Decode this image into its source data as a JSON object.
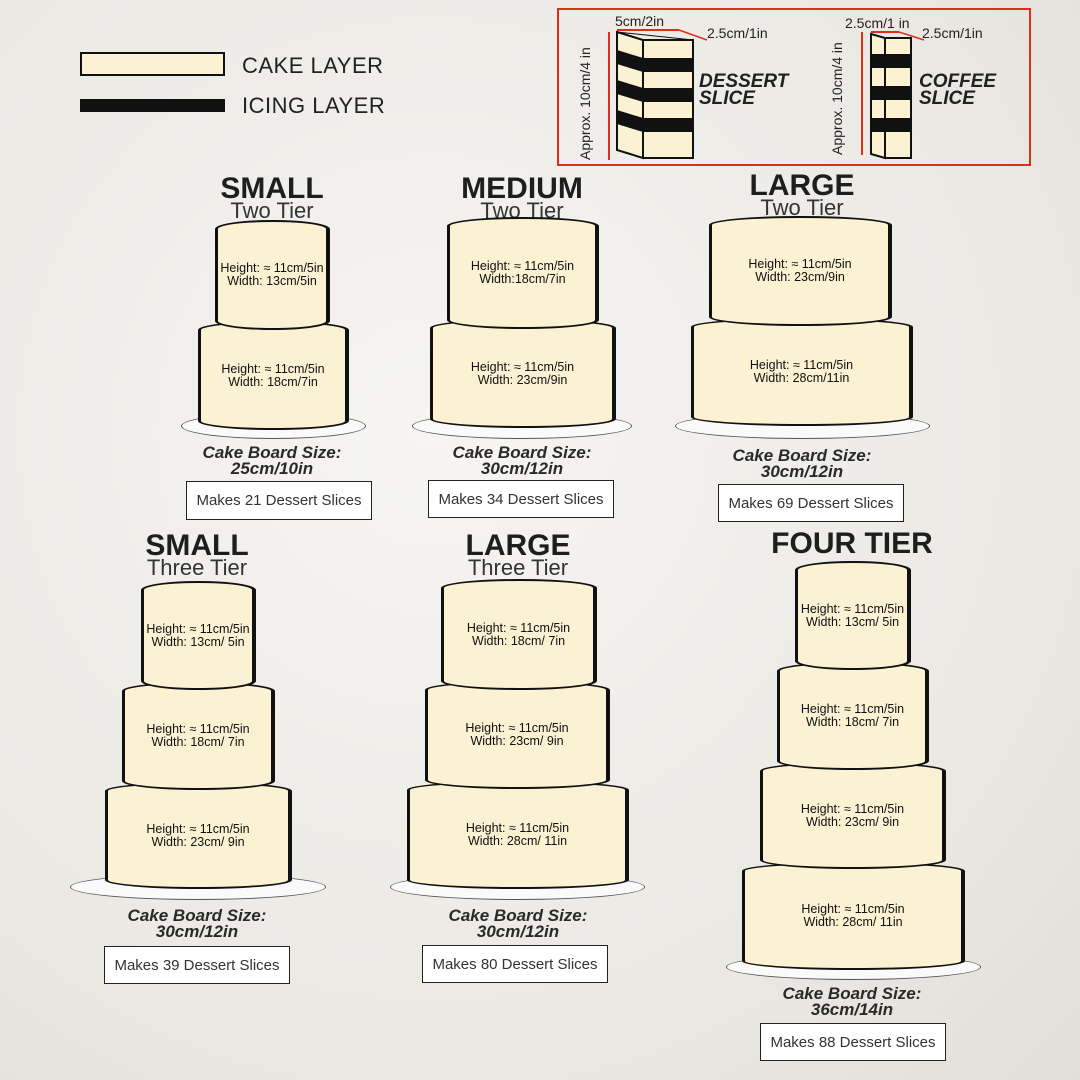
{
  "legend": {
    "cake_layer": "CAKE LAYER",
    "icing_layer": "ICING LAYER",
    "cake_color": "#fbf1d3",
    "icing_color": "#111111"
  },
  "slice_guide": {
    "dessert": {
      "height": "Approx. 10cm/4 in",
      "width": "5cm/2in",
      "depth": "2.5cm/1in",
      "label1": "DESSERT",
      "label2": "SLICE"
    },
    "coffee": {
      "height": "Approx. 10cm/4 in",
      "width": "2.5cm/1 in",
      "depth": "2.5cm/1in",
      "label1": "COFFEE",
      "label2": "SLICE"
    },
    "border_color": "#d9301e"
  },
  "cakes": [
    {
      "title": "SMALL",
      "subtitle": "Two Tier",
      "tiers": [
        [
          "Height: ≈ 11cm/5in",
          "Width: 13cm/5in"
        ],
        [
          "Height: ≈ 11cm/5in",
          "Width: 18cm/7in"
        ]
      ],
      "board1": "Cake Board Size:",
      "board2": "25cm/10in",
      "slices": "Makes 21 Dessert Slices"
    },
    {
      "title": "MEDIUM",
      "subtitle": "Two Tier",
      "tiers": [
        [
          "Height: ≈ 11cm/5in",
          "Width:18cm/7in"
        ],
        [
          "Height: ≈ 11cm/5in",
          "Width: 23cm/9in"
        ]
      ],
      "board1": "Cake Board Size:",
      "board2": "30cm/12in",
      "slices": "Makes 34 Dessert Slices"
    },
    {
      "title": "LARGE",
      "subtitle": "Two Tier",
      "tiers": [
        [
          "Height: ≈ 11cm/5in",
          "Width: 23cm/9in"
        ],
        [
          "Height: ≈ 11cm/5in",
          "Width: 28cm/11in"
        ]
      ],
      "board1": "Cake Board Size:",
      "board2": "30cm/12in",
      "slices": "Makes 69 Dessert Slices"
    },
    {
      "title": "SMALL",
      "subtitle": "Three Tier",
      "tiers": [
        [
          "Height: ≈ 11cm/5in",
          "Width: 13cm/ 5in"
        ],
        [
          "Height: ≈ 11cm/5in",
          "Width: 18cm/ 7in"
        ],
        [
          "Height: ≈ 11cm/5in",
          "Width: 23cm/ 9in"
        ]
      ],
      "board1": "Cake Board Size:",
      "board2": "30cm/12in",
      "slices": "Makes 39 Dessert Slices"
    },
    {
      "title": "LARGE",
      "subtitle": "Three Tier",
      "tiers": [
        [
          "Height: ≈ 11cm/5in",
          "Width: 18cm/ 7in"
        ],
        [
          "Height: ≈ 11cm/5in",
          "Width: 23cm/ 9in"
        ],
        [
          "Height: ≈ 11cm/5in",
          "Width: 28cm/ 11in"
        ]
      ],
      "board1": "Cake Board Size:",
      "board2": "30cm/12in",
      "slices": "Makes 80 Dessert Slices"
    },
    {
      "title": "FOUR TIER",
      "subtitle": "",
      "tiers": [
        [
          "Height: ≈ 11cm/5in",
          "Width: 13cm/ 5in"
        ],
        [
          "Height: ≈ 11cm/5in",
          "Width: 18cm/ 7in"
        ],
        [
          "Height: ≈ 11cm/5in",
          "Width: 23cm/ 9in"
        ],
        [
          "Height: ≈ 11cm/5in",
          "Width: 28cm/ 11in"
        ]
      ],
      "board1": "Cake Board Size:",
      "board2": "36cm/14in",
      "slices": "Makes 88 Dessert Slices"
    }
  ]
}
